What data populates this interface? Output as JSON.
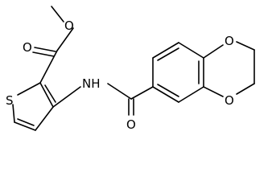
{
  "atom_labels": {
    "methyl_ester_oxygen": "O",
    "carbonyl_oxygen_ester": "O",
    "thiophene_sulfur": "S",
    "amide_nitrogen": "NH",
    "amide_carbonyl_oxygen": "O",
    "dioxane_oxygen_upper": "O",
    "dioxane_oxygen_lower": "O"
  }
}
